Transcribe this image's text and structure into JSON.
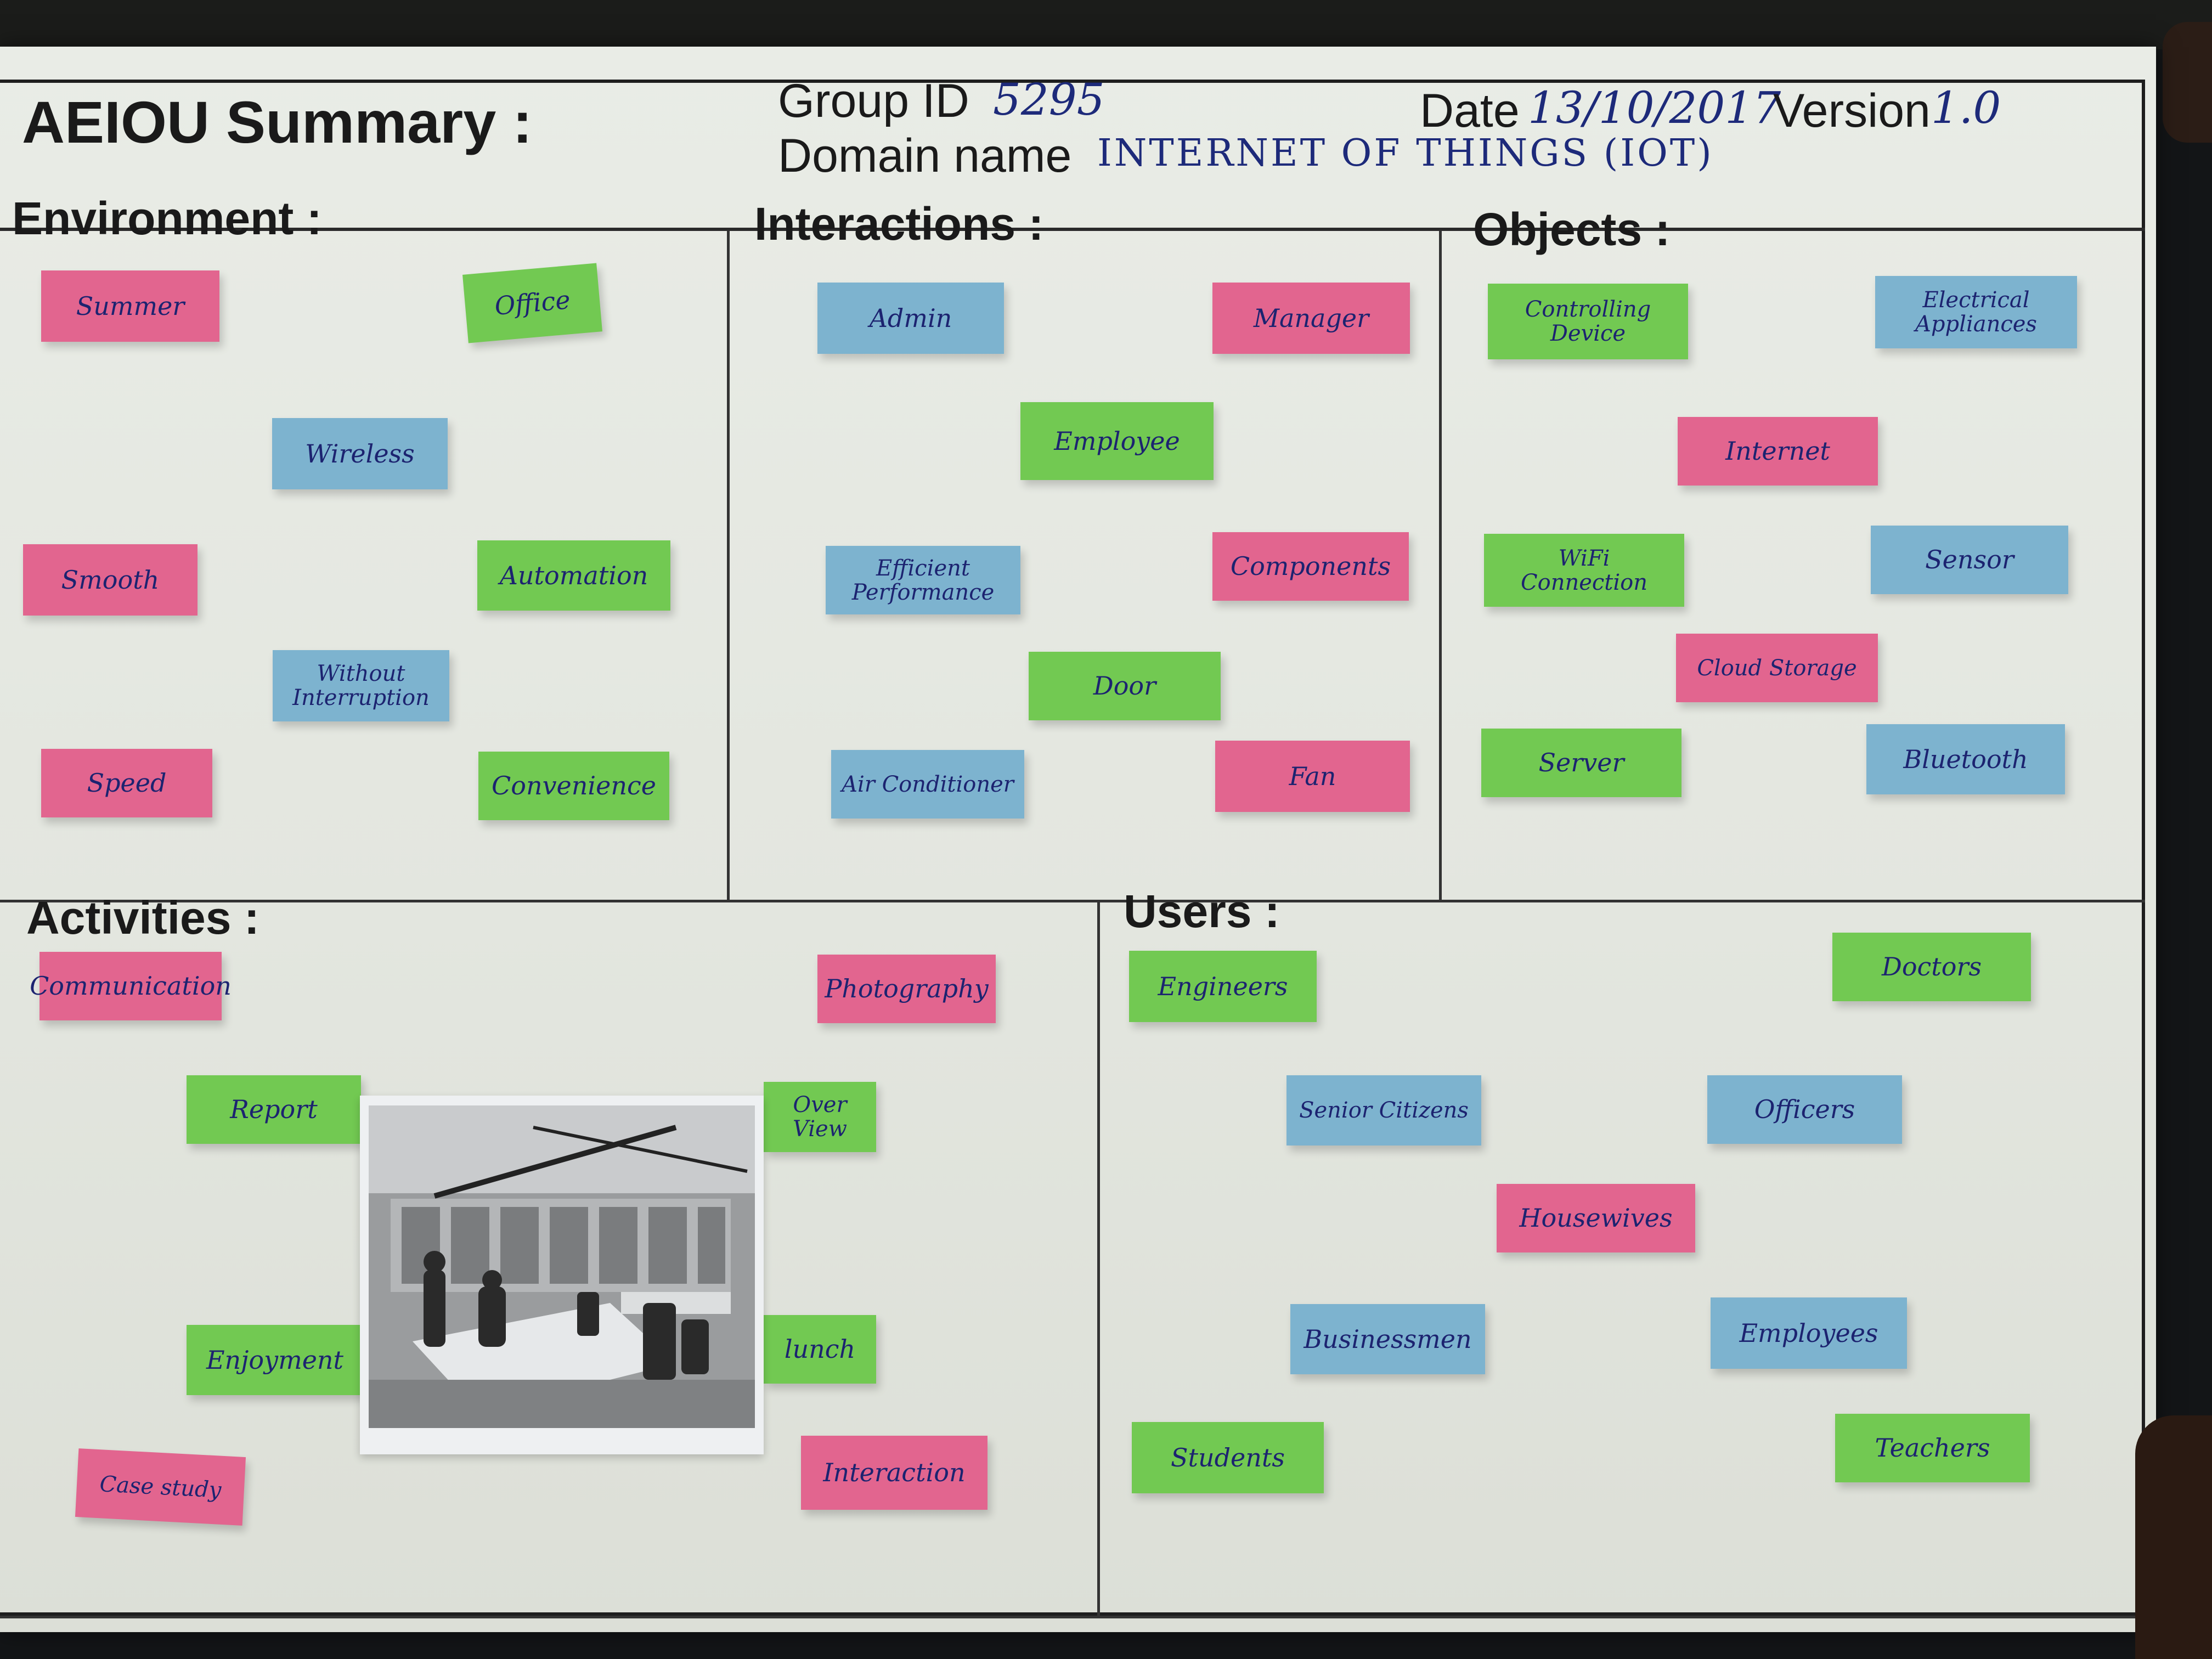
{
  "header": {
    "title": "AEIOU Summary :",
    "group_id_label": "Group ID",
    "group_id_value": "5295",
    "domain_label": "Domain name",
    "domain_value": "INTERNET OF THINGS (IOT)",
    "date_label": "Date",
    "date_value": "13/10/2017",
    "version_label": "Version",
    "version_value": "1.0"
  },
  "environment": {
    "heading": "Environment :",
    "notes": [
      "Summer",
      "Office",
      "Wireless",
      "Smooth",
      "Automation",
      "Without Interruption",
      "Speed",
      "Convenience"
    ]
  },
  "interactions": {
    "heading": "Interactions :",
    "notes": [
      "Admin",
      "Manager",
      "Employee",
      "Efficient Performance",
      "Components",
      "Door",
      "Air Conditioner",
      "Fan"
    ]
  },
  "objects": {
    "heading": "Objects :",
    "notes": [
      "Controlling Device",
      "Electrical Appliances",
      "Internet",
      "WiFi Connection",
      "Sensor",
      "Cloud Storage",
      "Server",
      "Bluetooth"
    ]
  },
  "activities": {
    "heading": "Activities :",
    "notes": [
      "Communication",
      "Photography",
      "Report",
      "Over View",
      "Enjoyment",
      "lunch",
      "Case study",
      "Interaction"
    ]
  },
  "users": {
    "heading": "Users :",
    "notes": [
      "Engineers",
      "Doctors",
      "Senior Citizens",
      "Officers",
      "Housewives",
      "Businessmen",
      "Employees",
      "Students",
      "Teachers"
    ]
  },
  "colors": {
    "pink": "#e2658f",
    "green": "#72c952",
    "blue": "#7db3cf",
    "ink": "#1c2370"
  },
  "photo": {
    "icon": "office-photo"
  }
}
